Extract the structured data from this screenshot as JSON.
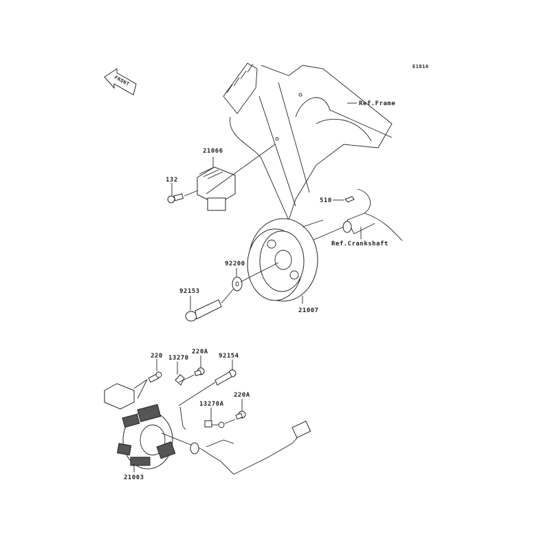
{
  "diagram_code": "E1810",
  "front_arrow": "FRONT",
  "labels": {
    "ref_frame": "Ref.Frame",
    "ref_crankshaft": "Ref.Crankshaft",
    "p21066": "21066",
    "p132": "132",
    "p510": "510",
    "p92200": "92200",
    "p92153": "92153",
    "p21007": "21007",
    "p220": "220",
    "p13270": "13270",
    "p220A_top": "220A",
    "p92154": "92154",
    "p13270A": "13270A",
    "p220A_mid": "220A",
    "p21003": "21003"
  }
}
